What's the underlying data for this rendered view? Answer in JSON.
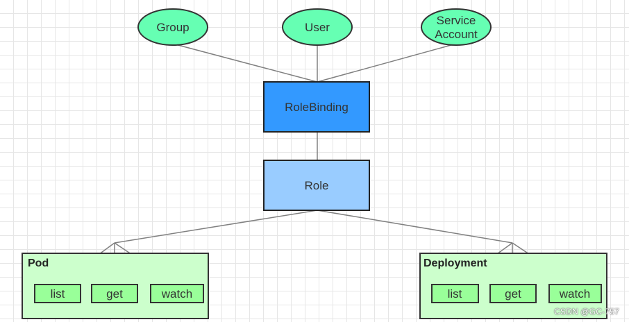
{
  "subjects": [
    {
      "id": "group",
      "label_lines": [
        "Group"
      ]
    },
    {
      "id": "user",
      "label_lines": [
        "User"
      ]
    },
    {
      "id": "service-account",
      "label_lines": [
        "Service",
        "Account"
      ]
    }
  ],
  "role_binding": {
    "label": "RoleBinding"
  },
  "role": {
    "label": "Role"
  },
  "resources": [
    {
      "id": "pod",
      "title": "Pod",
      "verbs": [
        "list",
        "get",
        "watch"
      ]
    },
    {
      "id": "deployment",
      "title": "Deployment",
      "verbs": [
        "list",
        "get",
        "watch"
      ]
    }
  ],
  "watermark": "CSDN @GC-757",
  "colors": {
    "subject_fill": "#66ffb3",
    "role_binding_fill": "#3399ff",
    "role_fill": "#99ccff",
    "resource_group_fill": "#ccffcc",
    "verb_fill": "#99ff99",
    "stroke": "#333333",
    "connector": "#808080"
  }
}
